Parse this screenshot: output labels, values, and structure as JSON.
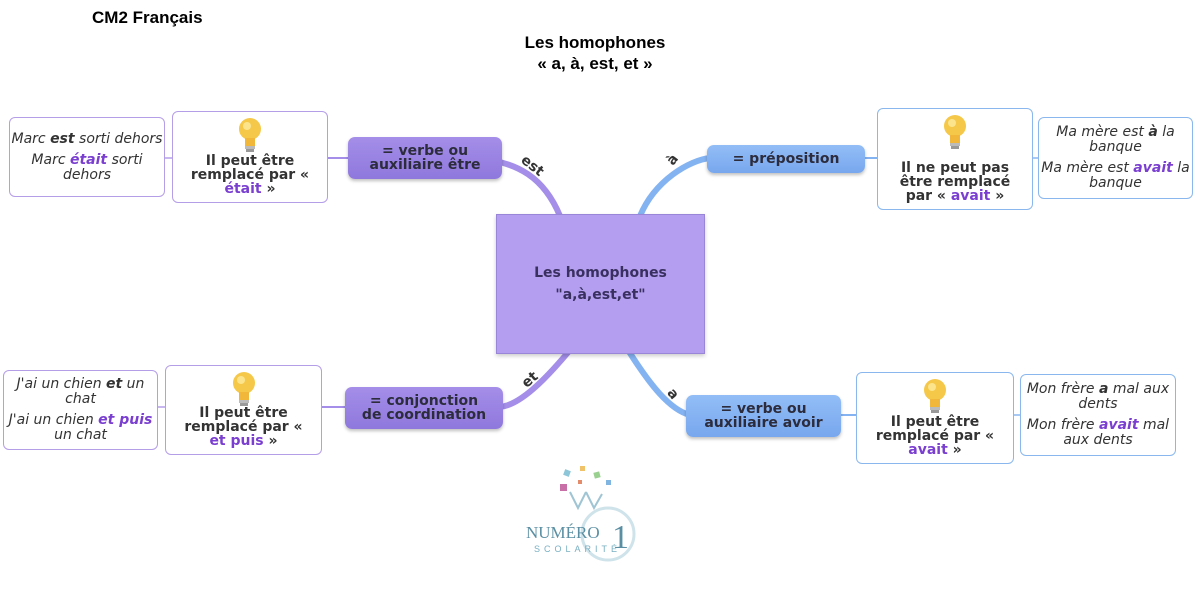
{
  "header": {
    "level": "CM2 Français"
  },
  "title": {
    "line1": "Les homophones",
    "line2": "«  a, à, est, et »"
  },
  "center": {
    "line1": "Les homophones",
    "line2": "\"a,à,est,et\""
  },
  "branches": {
    "est": {
      "label": "est",
      "pill": [
        "= verbe ou",
        "auxiliaire être"
      ],
      "rule": {
        "pre": "Il peut  être remplacé par « ",
        "hl": "était",
        "post": " »"
      },
      "examples": [
        {
          "pre": "Marc ",
          "hl": "est",
          "post": " sorti dehors"
        },
        {
          "pre": "Marc ",
          "hl": "était",
          "post": " sorti dehors"
        }
      ]
    },
    "a_accent": {
      "label": "à",
      "pill": [
        "= préposition"
      ],
      "rule": {
        "pre": "Il ne peut pas être remplacé par « ",
        "hl": "avait",
        "post": " »"
      },
      "examples": [
        {
          "pre": "Ma mère est ",
          "hl": "à",
          "post": " la banque"
        },
        {
          "pre": "Ma mère est ",
          "hl": "avait",
          "post": " la banque"
        }
      ]
    },
    "et": {
      "label": "et",
      "pill": [
        "= conjonction",
        "de coordination"
      ],
      "rule": {
        "pre": "Il peut être remplacé par « ",
        "hl": "et puis",
        "post": " »"
      },
      "examples": [
        {
          "pre": "J'ai un chien ",
          "hl": "et",
          "post": " un chat"
        },
        {
          "pre": "J'ai un chien ",
          "hl": "et puis",
          "post": " un chat"
        }
      ]
    },
    "a": {
      "label": "a",
      "pill": [
        "= verbe ou",
        "auxiliaire avoir"
      ],
      "rule": {
        "pre": "Il peut être remplacé par « ",
        "hl": "avait",
        "post": " »"
      },
      "examples": [
        {
          "pre": "Mon frère ",
          "hl": "a",
          "post": " mal aux dents"
        },
        {
          "pre": "Mon frère ",
          "hl": "avait",
          "post": " mal aux dents"
        }
      ]
    }
  },
  "logo": {
    "top": "NUMÉRO",
    "bottom": "SCOLARITÉ",
    "digit": "1"
  },
  "colors": {
    "purple": "#a48ee9",
    "blue": "#84b3f2",
    "highlight": "#7a3fd0",
    "center": "#b39ef0"
  },
  "icons": {
    "rule": "lightbulb-icon"
  }
}
